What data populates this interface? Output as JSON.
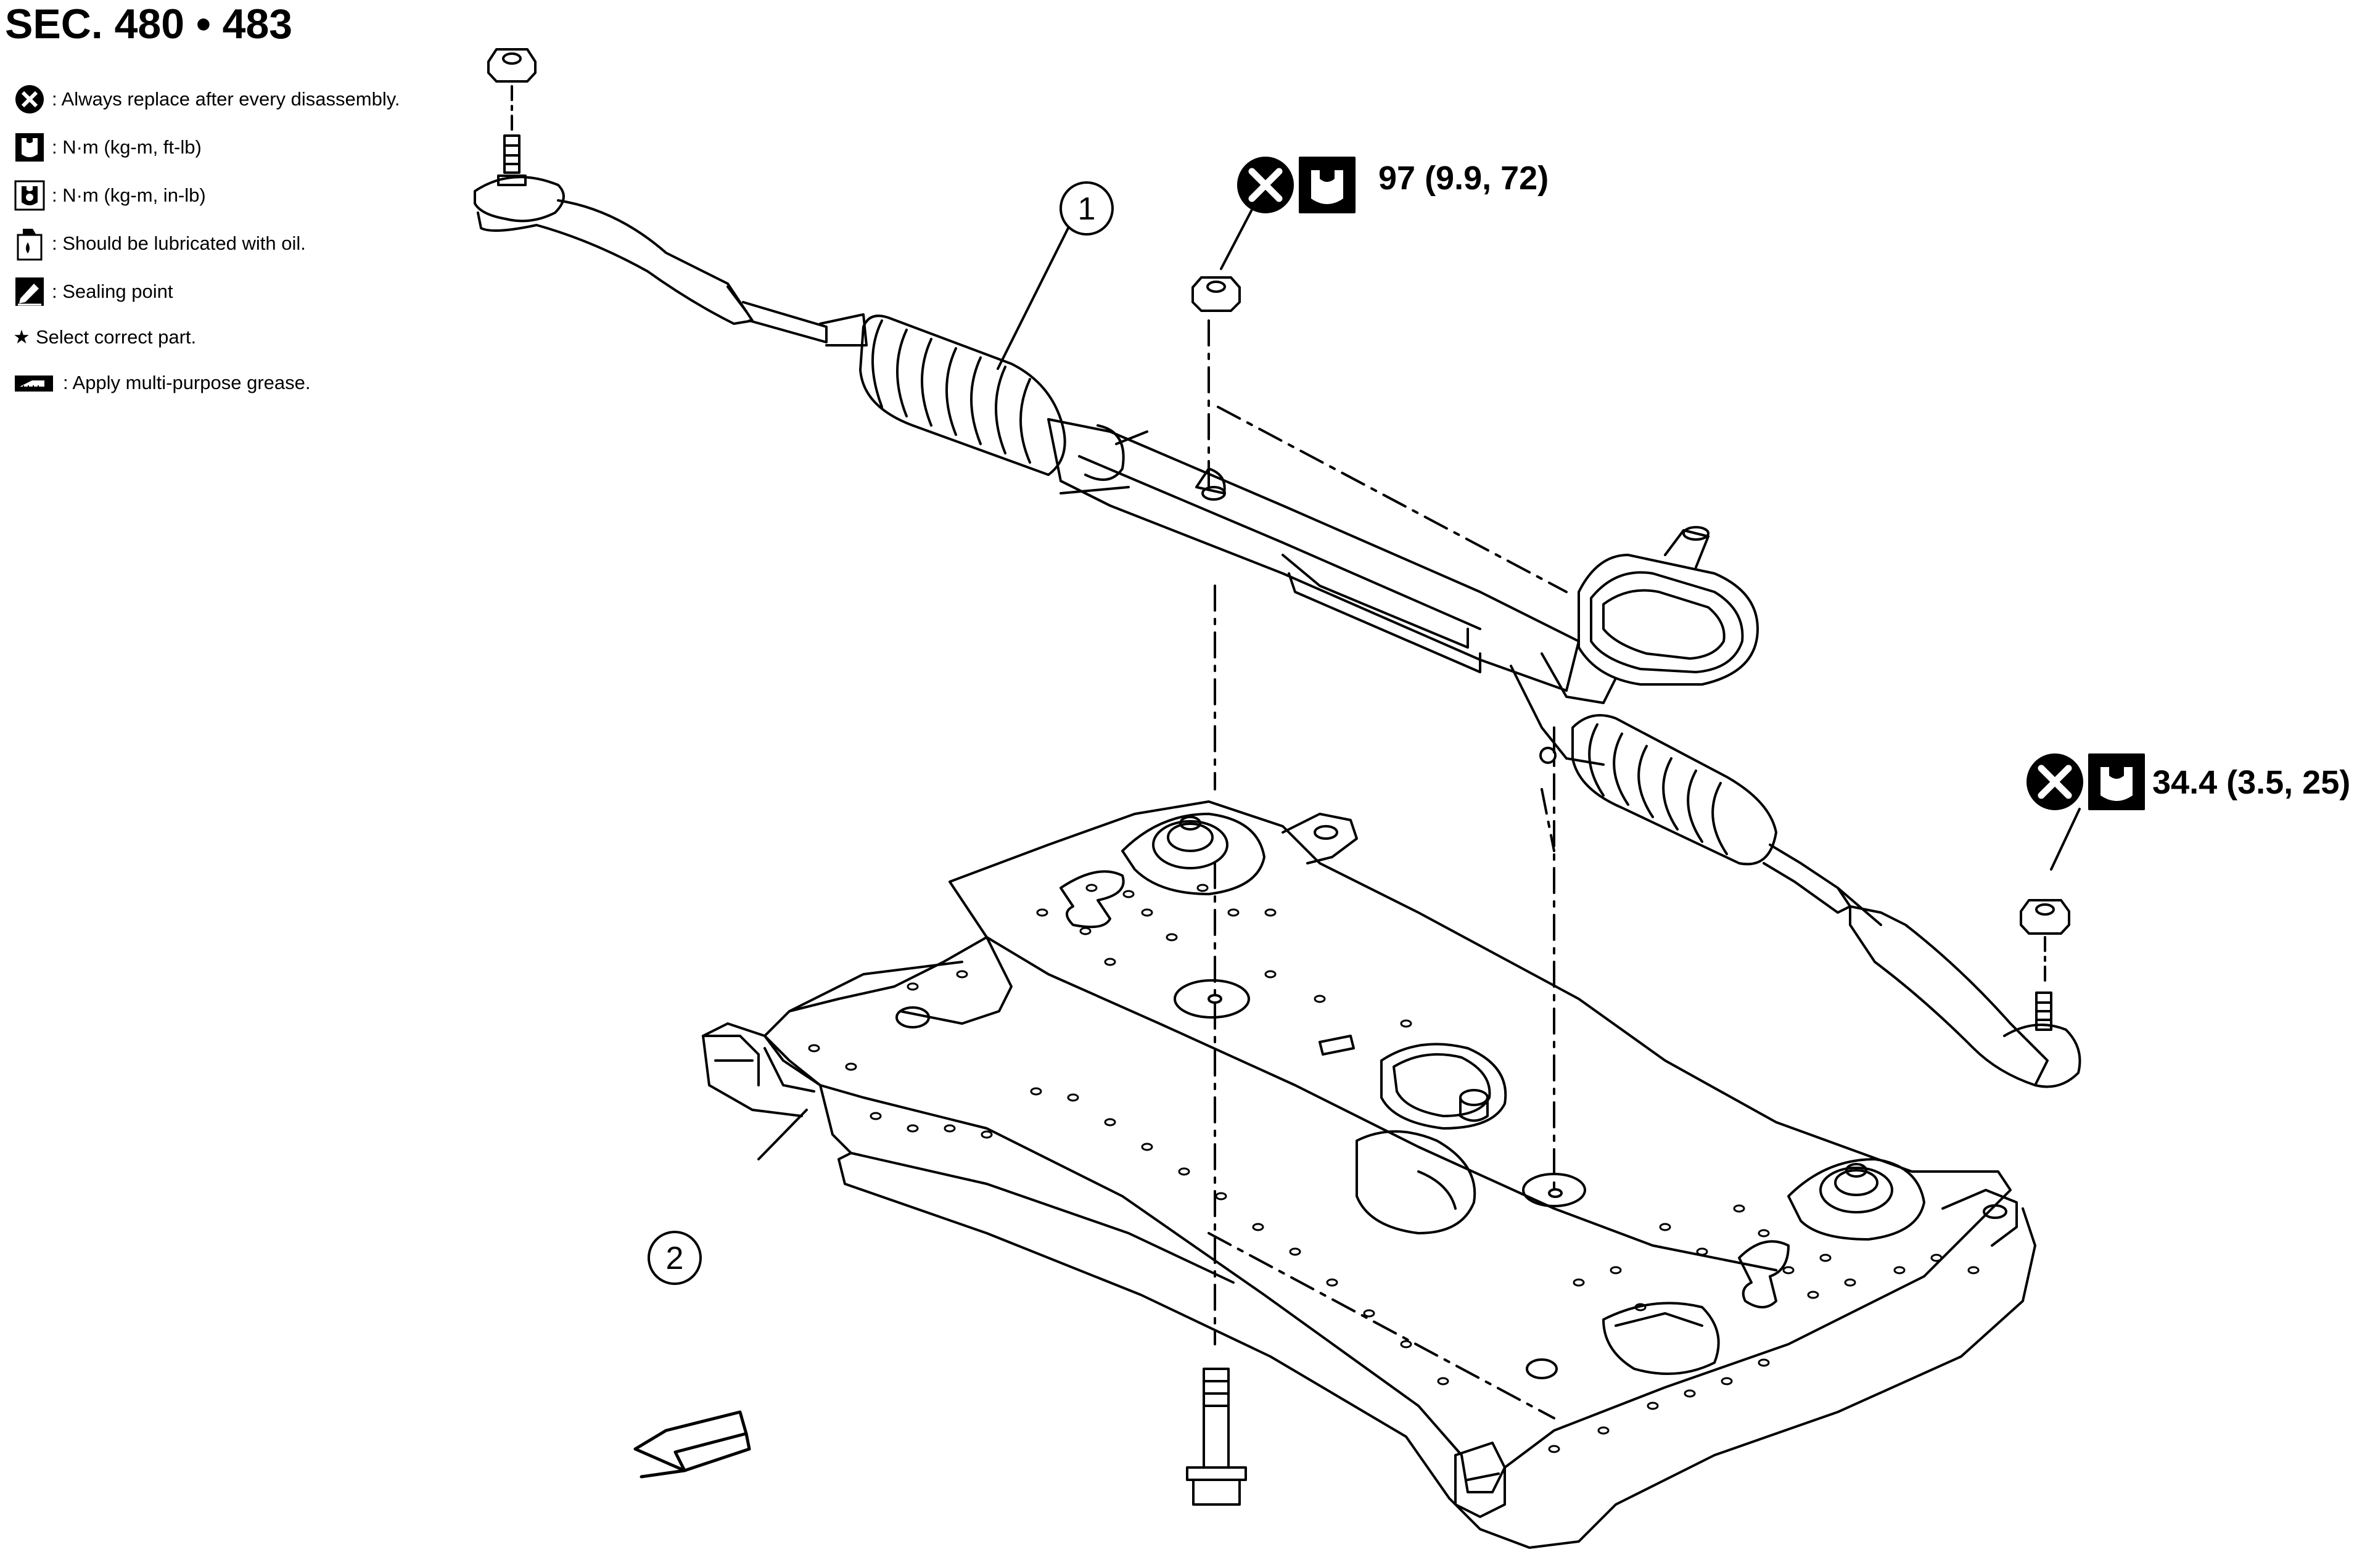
{
  "header": {
    "title": "SEC. 480 • 483"
  },
  "legend": {
    "items": [
      {
        "icon": "replace-icon",
        "text": ": Always replace after every disassembly."
      },
      {
        "icon": "torque-icon",
        "text": ": N·m (kg-m, ft-lb)"
      },
      {
        "icon": "torque-small-icon",
        "text": ": N·m (kg-m, in-lb)"
      },
      {
        "icon": "oil-can-icon",
        "text": ": Should be lubricated with oil."
      },
      {
        "icon": "sealing-icon",
        "text": ": Sealing point"
      },
      {
        "icon": "star-icon",
        "text": "Select correct part."
      },
      {
        "icon": "grease-icon",
        "text": ": Apply multi-purpose grease."
      }
    ]
  },
  "callouts": {
    "nut_center_torque": "97 (9.9, 72)",
    "nut_right_torque": "34.4 (3.5, 25)"
  },
  "parts": {
    "p1": "1",
    "p2": "2"
  },
  "colors": {
    "ink": "#000000",
    "paper": "#ffffff"
  }
}
